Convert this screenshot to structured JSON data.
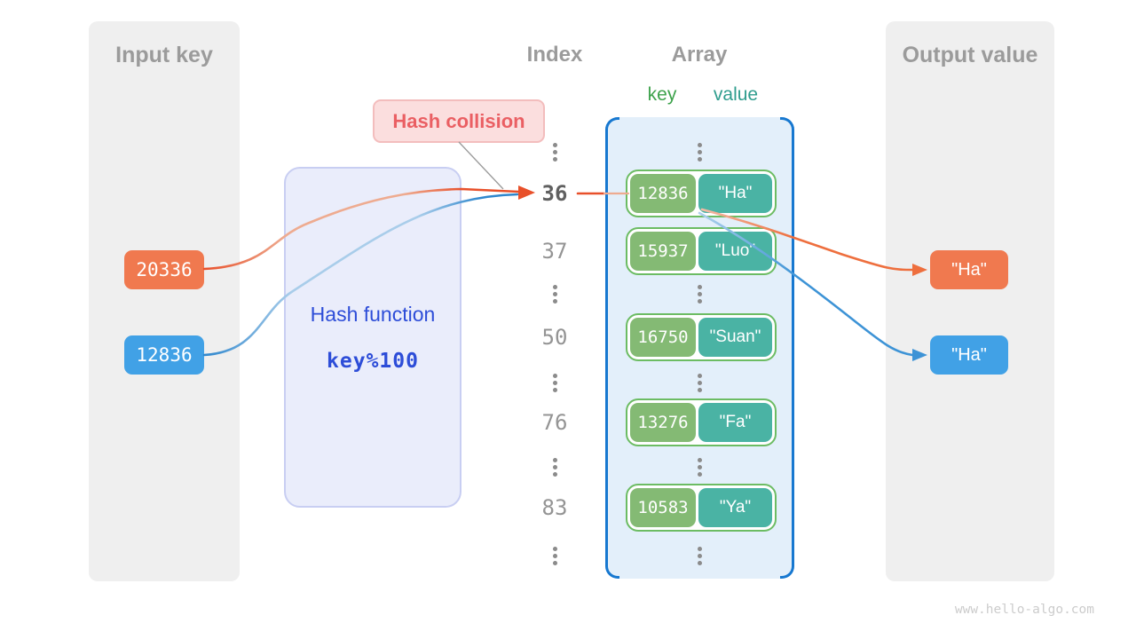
{
  "watermark": "www.hello-algo.com",
  "input_panel": {
    "title": "Input key",
    "keys": [
      "20336",
      "12836"
    ]
  },
  "hash_function": {
    "name": "Hash function",
    "formula": "key%100"
  },
  "collision": {
    "label": "Hash collision"
  },
  "index_column": {
    "title": "Index",
    "indices": [
      "36",
      "37",
      "50",
      "76",
      "83"
    ],
    "highlighted_index": "36"
  },
  "array_panel": {
    "title": "Array",
    "key_header": "key",
    "value_header": "value",
    "rows": [
      {
        "key": "12836",
        "value": "\"Ha\""
      },
      {
        "key": "15937",
        "value": "\"Luo\""
      },
      {
        "key": "16750",
        "value": "\"Suan\""
      },
      {
        "key": "13276",
        "value": "\"Fa\""
      },
      {
        "key": "10583",
        "value": "\"Ya\""
      }
    ]
  },
  "output_panel": {
    "title": "Output value",
    "values": [
      "\"Ha\"",
      "\"Ha\""
    ]
  },
  "icons": {
    "ellipsis": "vertical-ellipsis-dots"
  },
  "colors": {
    "panel_gray": "#efefef",
    "heading_gray": "#9b9b9b",
    "key_orange": "#f0794f",
    "key_blue": "#41a1e6",
    "hash_box_bg": "#eaedfb",
    "hash_text_blue": "#2d4dd8",
    "collision_bg": "#fbdede",
    "collision_red": "#ea5f63",
    "array_bg": "#e3effa",
    "bracket_blue": "#1778d0",
    "array_key_green": "#84ba74",
    "array_value_teal": "#4ab3a4",
    "row_border_green": "#6cbc63",
    "key_header_green": "#3da24b",
    "value_header_teal": "#2f9d8e",
    "arrow_orange": "#e8502a",
    "arrow_blue": "#2f87cd"
  }
}
